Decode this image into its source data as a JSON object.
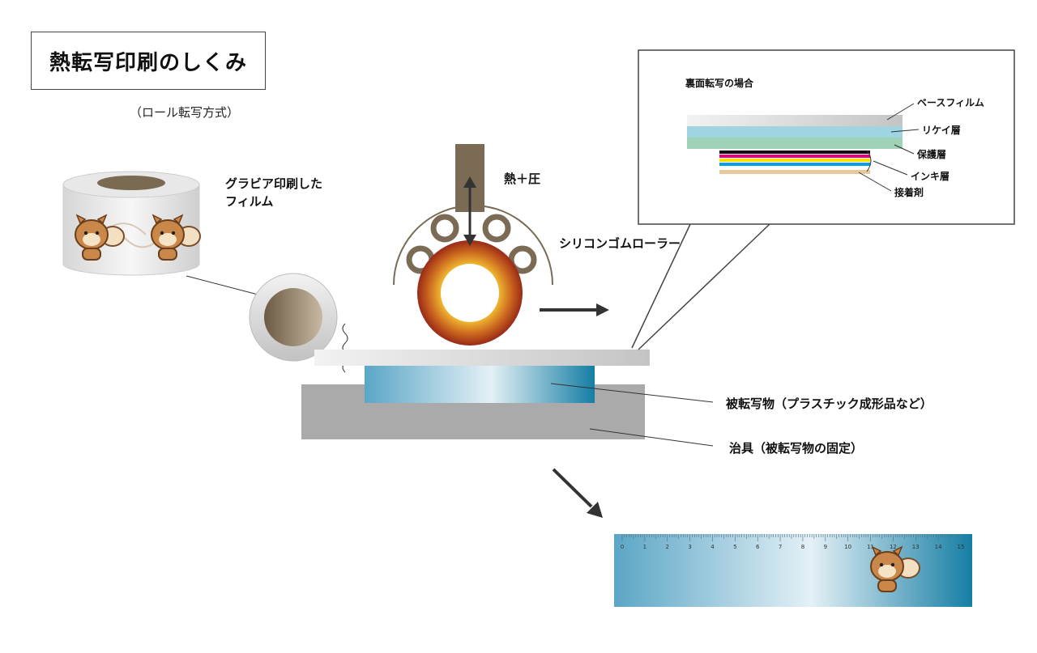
{
  "title": "熱転写印刷のしくみ",
  "subtitle": "（ロール転写方式）",
  "labels": {
    "film_line1": "グラビア印刷した",
    "film_line2": "フィルム",
    "heat_pressure": "熱＋圧",
    "roller": "シリコンゴムローラー",
    "workpiece": "被転写物（プラスチック成形品など）",
    "jig": "治具（被転写物の固定）"
  },
  "inset": {
    "title": "裏面転写の場合",
    "layers": [
      "ベースフィルム",
      "リケイ層",
      "保護層",
      "インキ層",
      "接着剤"
    ]
  },
  "ruler": {
    "ticks": [
      "0",
      "1",
      "2",
      "3",
      "4",
      "5",
      "6",
      "7",
      "8",
      "9",
      "10",
      "11",
      "12",
      "13",
      "14",
      "15"
    ]
  },
  "colors": {
    "roller_core": "#b84a1c",
    "film_roll_core": "#7a6a52",
    "workpiece_blue": "#1b7fa5",
    "jig_gray": "#aaaaaa",
    "release_layer": "#9fd5e0",
    "protect_layer": "#9fd2b6",
    "adhesive_layer": "#e8c99a"
  }
}
